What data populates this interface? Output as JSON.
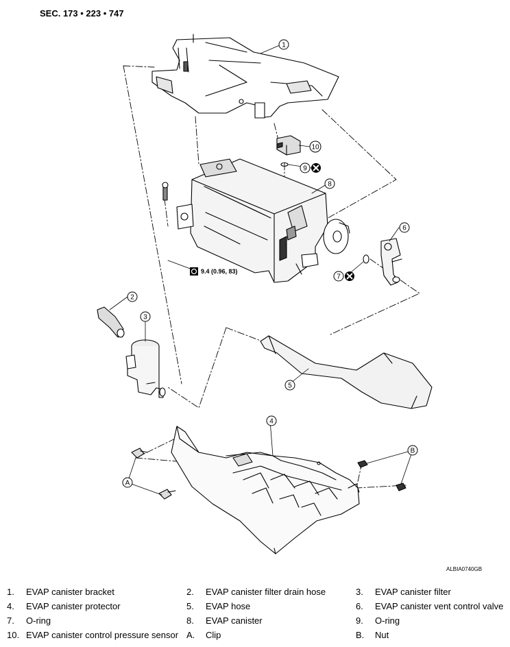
{
  "section_title": "SEC. 173 • 223 • 747",
  "figure_code": "ALBIA0740GB",
  "torque_spec": "9.4 (0.96, 83)",
  "callouts": [
    "1",
    "2",
    "3",
    "4",
    "5",
    "6",
    "7",
    "8",
    "9",
    "10",
    "A",
    "B"
  ],
  "legend": [
    {
      "num": "1.",
      "label": "EVAP canister bracket"
    },
    {
      "num": "2.",
      "label": "EVAP canister filter drain hose"
    },
    {
      "num": "3.",
      "label": "EVAP canister filter"
    },
    {
      "num": "4.",
      "label": "EVAP canister protector"
    },
    {
      "num": "5.",
      "label": "EVAP hose"
    },
    {
      "num": "6.",
      "label": "EVAP canister vent control valve"
    },
    {
      "num": "7.",
      "label": "O-ring"
    },
    {
      "num": "8.",
      "label": "EVAP canister"
    },
    {
      "num": "9.",
      "label": "O-ring"
    },
    {
      "num": "10.",
      "label": "EVAP canister control pressure sensor"
    },
    {
      "num": "A.",
      "label": "Clip"
    },
    {
      "num": "B.",
      "label": "Nut"
    }
  ]
}
